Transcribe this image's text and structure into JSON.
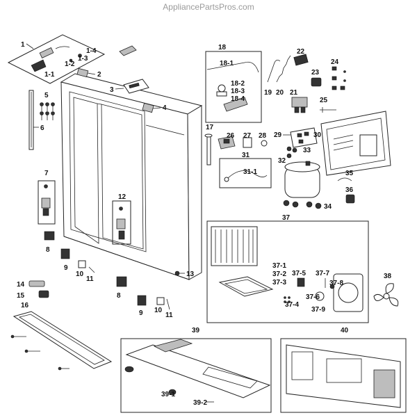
{
  "watermark": "AppliancePartsPros.com",
  "colors": {
    "line": "#222222",
    "watermark": "#9a9a9a",
    "fill_dark": "#333333",
    "fill_grey": "#bdbdbd"
  },
  "labels": {
    "p1": "1",
    "p1_1": "1-1",
    "p1_2": "1-2",
    "p1_3": "1-3",
    "p1_4": "1-4",
    "p2": "2",
    "p3": "3",
    "p4": "4",
    "p5": "5",
    "p6": "6",
    "p7": "7",
    "p8a": "8",
    "p8b": "8",
    "p9a": "9",
    "p9b": "9",
    "p10a": "10",
    "p10b": "10",
    "p11a": "11",
    "p11b": "11",
    "p12": "12",
    "p13": "13",
    "p14": "14",
    "p15": "15",
    "p16": "16",
    "p17": "17",
    "p18": "18",
    "p18_1": "18-1",
    "p18_2": "18-2",
    "p18_3": "18-3",
    "p18_4": "18-4",
    "p19": "19",
    "p20": "20",
    "p21": "21",
    "p22": "22",
    "p23": "23",
    "p24": "24",
    "p25": "25",
    "p26": "26",
    "p27": "27",
    "p28": "28",
    "p29": "29",
    "p30": "30",
    "p31": "31",
    "p31_1": "31-1",
    "p32": "32",
    "p33": "33",
    "p34": "34",
    "p35": "35",
    "p36": "36",
    "p37": "37",
    "p37_1": "37-1",
    "p37_2": "37-2",
    "p37_3": "37-3",
    "p37_4": "37-4",
    "p37_5": "37-5",
    "p37_6": "37-6",
    "p37_7": "37-7",
    "p37_8": "37-8",
    "p37_9": "37-9",
    "p38": "38",
    "p39": "39",
    "p39_1": "39-1",
    "p39_2": "39-2",
    "p40": "40"
  }
}
